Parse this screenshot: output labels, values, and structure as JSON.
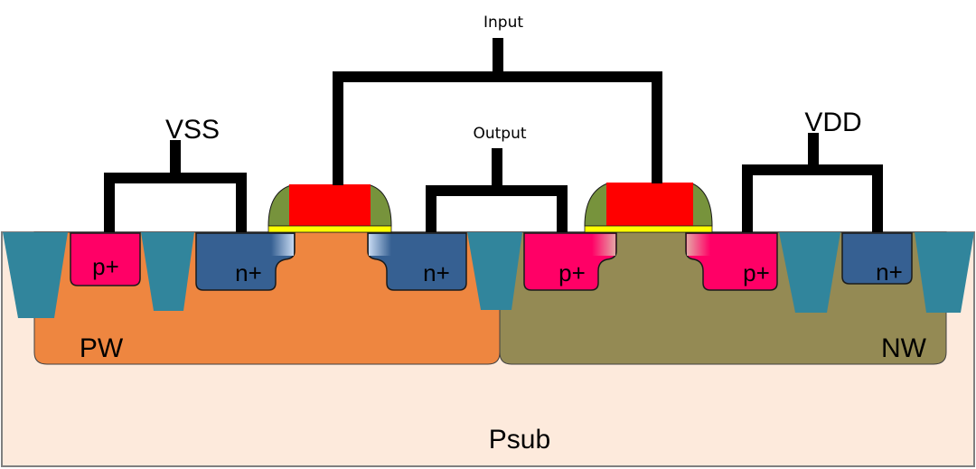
{
  "title": "CMOS inverter cross-section",
  "colors": {
    "psub": "#fdeadc",
    "pwell": "#ee8640",
    "nwell": "#948a54",
    "sti": "#31859c",
    "nplus": "#366092",
    "pplus": "#ff0066",
    "gate_poly": "#ff0000",
    "spacer": "#77933c",
    "gate_oxide": "#ffff00",
    "wire": "#000000"
  },
  "labels": {
    "input": "Input",
    "output": "Output",
    "vss": "VSS",
    "vdd": "VDD",
    "pwell": "PW",
    "nwell": "NW",
    "substrate": "Psub"
  },
  "regions": {
    "nmos_body_tap": "p+",
    "nmos_source": "n+",
    "nmos_drain": "n+",
    "pmos_drain": "p+",
    "pmos_source": "p+",
    "pmos_body_tap": "n+"
  }
}
